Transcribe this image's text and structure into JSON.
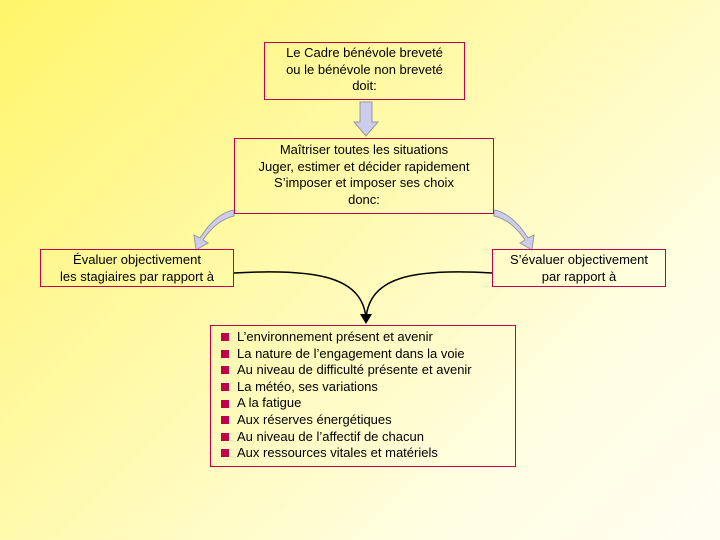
{
  "top_box": {
    "text": "Le Cadre bénévole breveté\nou le bénévole non breveté\ndoit:"
  },
  "middle_box": {
    "text": "Maîtriser toutes les situations\nJuger, estimer et décider rapidement\nS’imposer et imposer ses choix\ndonc:"
  },
  "left_box": {
    "text": "Évaluer objectivement\nles stagiaires par rapport à"
  },
  "right_box": {
    "text": "S’évaluer objectivement\npar rapport à"
  },
  "list": {
    "items": [
      "L’environnement présent et avenir",
      "La nature de l’engagement dans la voie",
      "Au niveau de difficulté présente et avenir",
      "La météo, ses variations",
      "A la fatigue",
      "Aux réserves énergétiques",
      "Au niveau de l’affectif de chacun",
      "Aux ressources vitales et matériels"
    ]
  },
  "colors": {
    "box_border": "#c0004a",
    "arrow_fill": "#ccccee",
    "arrow_stroke": "#999999",
    "bullet": "#c0004a"
  }
}
